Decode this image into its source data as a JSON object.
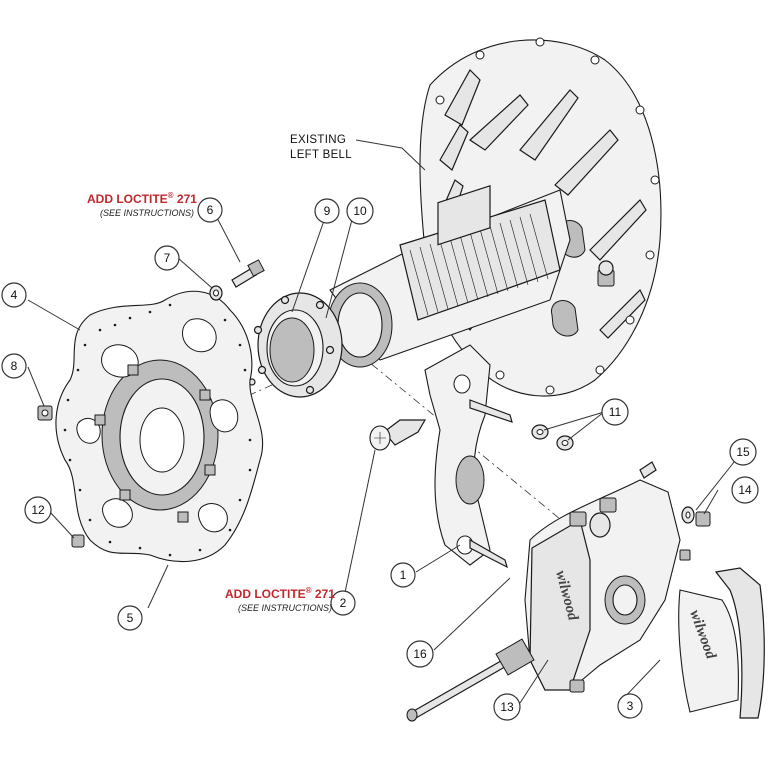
{
  "notes": {
    "loctite_top": {
      "main": "ADD LOCTITE",
      "sup": "®",
      "num": " 271",
      "sub": "(SEE INSTRUCTIONS)"
    },
    "loctite_bottom": {
      "main": "ADD LOCTITE",
      "sup": "®",
      "num": " 271",
      "sub": "(SEE INSTRUCTIONS)"
    }
  },
  "labels": {
    "existing_line1": "EXISTING",
    "existing_line2": "LEFT BELL"
  },
  "brand": {
    "caliper": "wilwood",
    "pad": "wilwood"
  },
  "callouts": [
    "1",
    "2",
    "3",
    "4",
    "5",
    "6",
    "7",
    "8",
    "9",
    "10",
    "11",
    "12",
    "13",
    "14",
    "15",
    "16"
  ]
}
